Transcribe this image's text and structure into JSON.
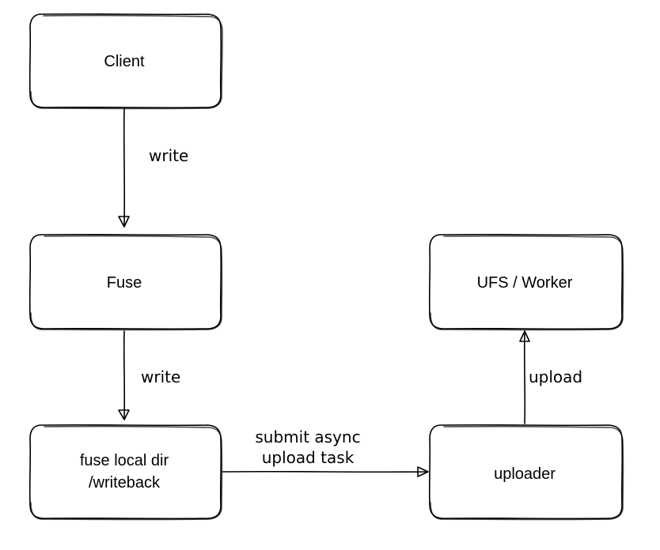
{
  "nodes": {
    "client": {
      "label": "Client"
    },
    "fuse": {
      "label": "Fuse"
    },
    "local_dir": {
      "line1": "fuse local dir",
      "line2": "/writeback"
    },
    "ufs_worker": {
      "label": "UFS / Worker"
    },
    "uploader": {
      "label": "uploader"
    }
  },
  "edges": {
    "client_to_fuse": {
      "label": "write"
    },
    "fuse_to_local": {
      "label": "write"
    },
    "local_to_uploader": {
      "line1": "submit async",
      "line2": "upload task"
    },
    "uploader_to_ufs": {
      "label": "upload"
    }
  },
  "colors": {
    "stroke": "#000000",
    "background": "#ffffff"
  }
}
